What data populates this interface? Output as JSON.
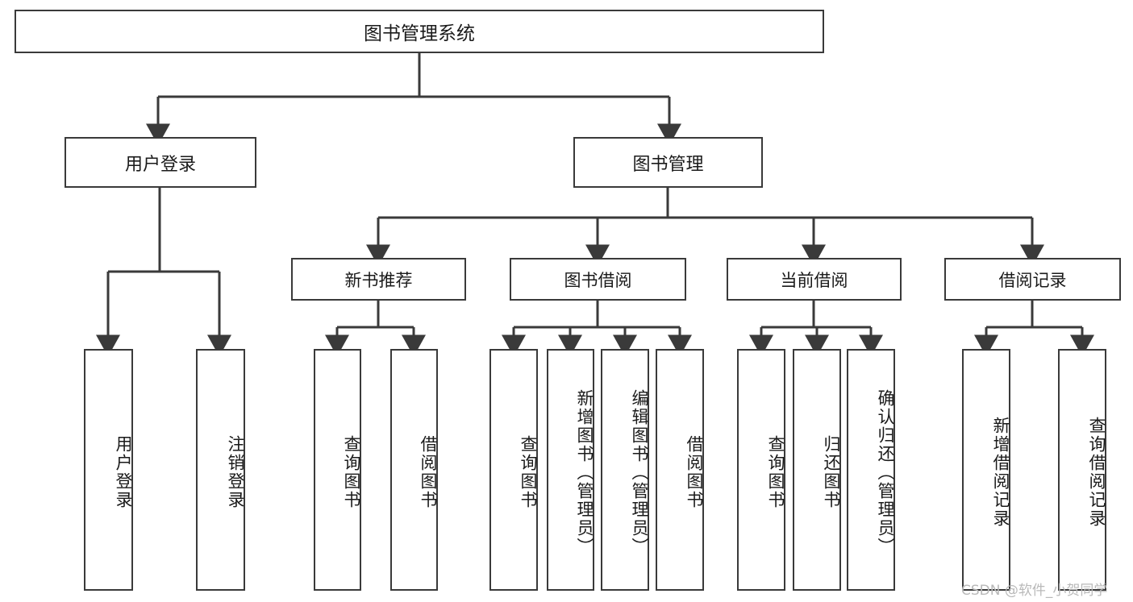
{
  "diagram": {
    "type": "tree",
    "title": "图书管理系统",
    "watermark": "CSDN @软件_小贺同学",
    "root": {
      "id": "root",
      "label": "图书管理系统"
    },
    "level2": [
      {
        "id": "user-login",
        "label": "用户登录"
      },
      {
        "id": "book-manage",
        "label": "图书管理"
      }
    ],
    "level3": [
      {
        "id": "new-book-rec",
        "label": "新书推荐",
        "parent": "book-manage"
      },
      {
        "id": "book-borrow",
        "label": "图书借阅",
        "parent": "book-manage"
      },
      {
        "id": "current-borrow",
        "label": "当前借阅",
        "parent": "book-manage"
      },
      {
        "id": "borrow-record",
        "label": "借阅记录",
        "parent": "book-manage"
      }
    ],
    "leaves": [
      {
        "id": "leaf-user-login",
        "label": "用户登录",
        "parent": "user-login"
      },
      {
        "id": "leaf-logout",
        "label": "注销登录",
        "parent": "user-login"
      },
      {
        "id": "leaf-query-book-1",
        "label": "查询图书",
        "parent": "new-book-rec"
      },
      {
        "id": "leaf-borrow-book-1",
        "label": "借阅图书",
        "parent": "new-book-rec"
      },
      {
        "id": "leaf-query-book-2",
        "label": "查询图书",
        "parent": "book-borrow"
      },
      {
        "id": "leaf-add-book",
        "label": "新增图书（管理员）",
        "parent": "book-borrow"
      },
      {
        "id": "leaf-edit-book",
        "label": "编辑图书（管理员）",
        "parent": "book-borrow"
      },
      {
        "id": "leaf-borrow-book-2",
        "label": "借阅图书",
        "parent": "book-borrow"
      },
      {
        "id": "leaf-query-book-3",
        "label": "查询图书",
        "parent": "current-borrow"
      },
      {
        "id": "leaf-return-book",
        "label": "归还图书",
        "parent": "current-borrow"
      },
      {
        "id": "leaf-confirm-return",
        "label": "确认归还（管理员）",
        "parent": "current-borrow"
      },
      {
        "id": "leaf-add-record",
        "label": "新增借阅记录",
        "parent": "borrow-record"
      },
      {
        "id": "leaf-query-record",
        "label": "查询借阅记录",
        "parent": "borrow-record"
      }
    ],
    "colors": {
      "stroke": "#3a3a3a",
      "text": "#1a1a1a",
      "background": "#ffffff",
      "watermark": "#b9b9b9"
    }
  }
}
